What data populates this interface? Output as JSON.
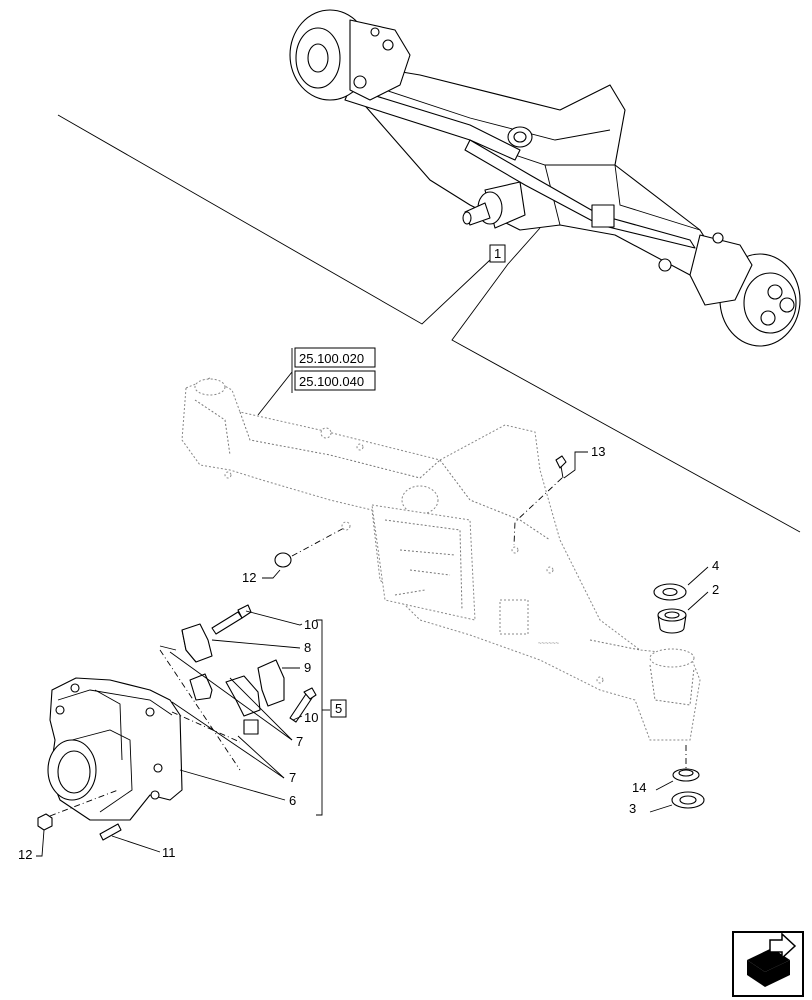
{
  "references": {
    "ref_a": "25.100.020",
    "ref_b": "25.100.040"
  },
  "callouts": {
    "c1": "1",
    "c2": "2",
    "c3": "3",
    "c4": "4",
    "c5": "5",
    "c6": "6",
    "c7a": "7",
    "c7b": "7",
    "c8": "8",
    "c9": "9",
    "c10a": "10",
    "c10b": "10",
    "c11": "11",
    "c12a": "12",
    "c12b": "12",
    "c13": "13",
    "c14": "14"
  },
  "icons": {
    "corner": "next-page-arrow-icon"
  }
}
